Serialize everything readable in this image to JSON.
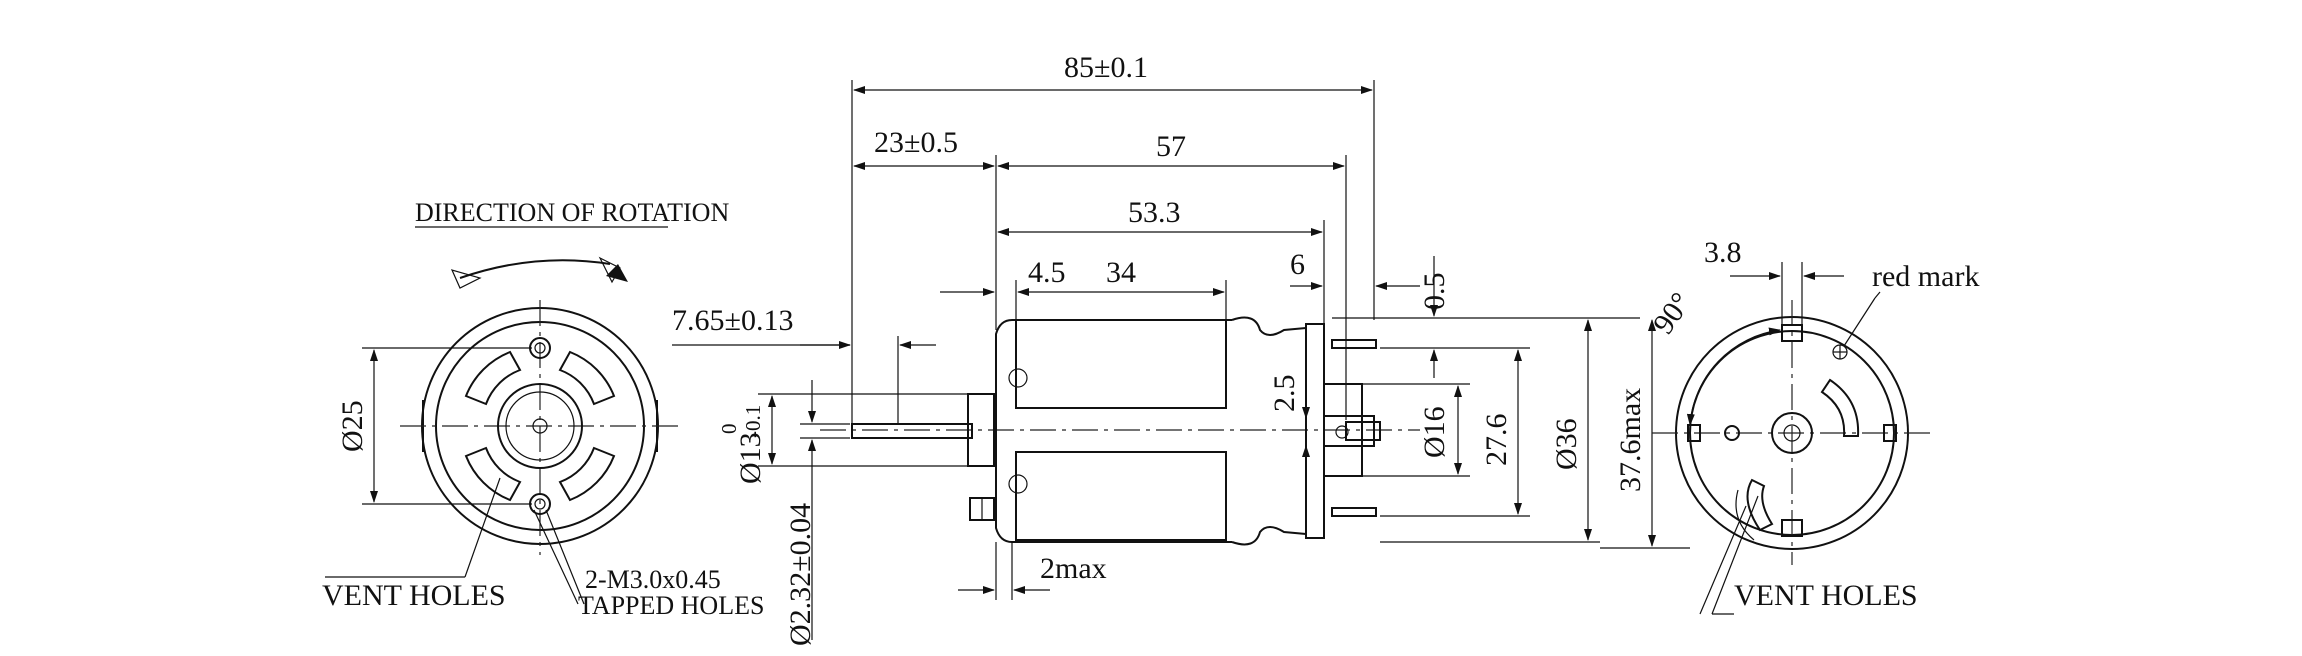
{
  "labels": {
    "direction": "DIRECTION OF ROTATION",
    "vent_left": "VENT HOLES",
    "tapped_1": "2-M3.0x0.45",
    "tapped_2": "TAPPED HOLES",
    "vent_right": "VENT HOLES",
    "red_mark": "red mark"
  },
  "dims": {
    "d85": "85±0.1",
    "d23": "23±0.5",
    "d57": "57",
    "d53": "53.3",
    "d45": "4.5",
    "d34": "34",
    "d6": "6",
    "d05": "0.5",
    "d765": "7.65±0.13",
    "d25": "Ø25",
    "d13": "Ø13",
    "d13_up": "0",
    "d13_lo": "-0.1",
    "d232": "Ø2.32±0.04",
    "d2max": "2max",
    "d25b": "2.5",
    "d16": "Ø16",
    "d276": "27.6",
    "d36": "Ø36",
    "d376": "37.6max",
    "d38": "3.8",
    "d90": "90°"
  }
}
